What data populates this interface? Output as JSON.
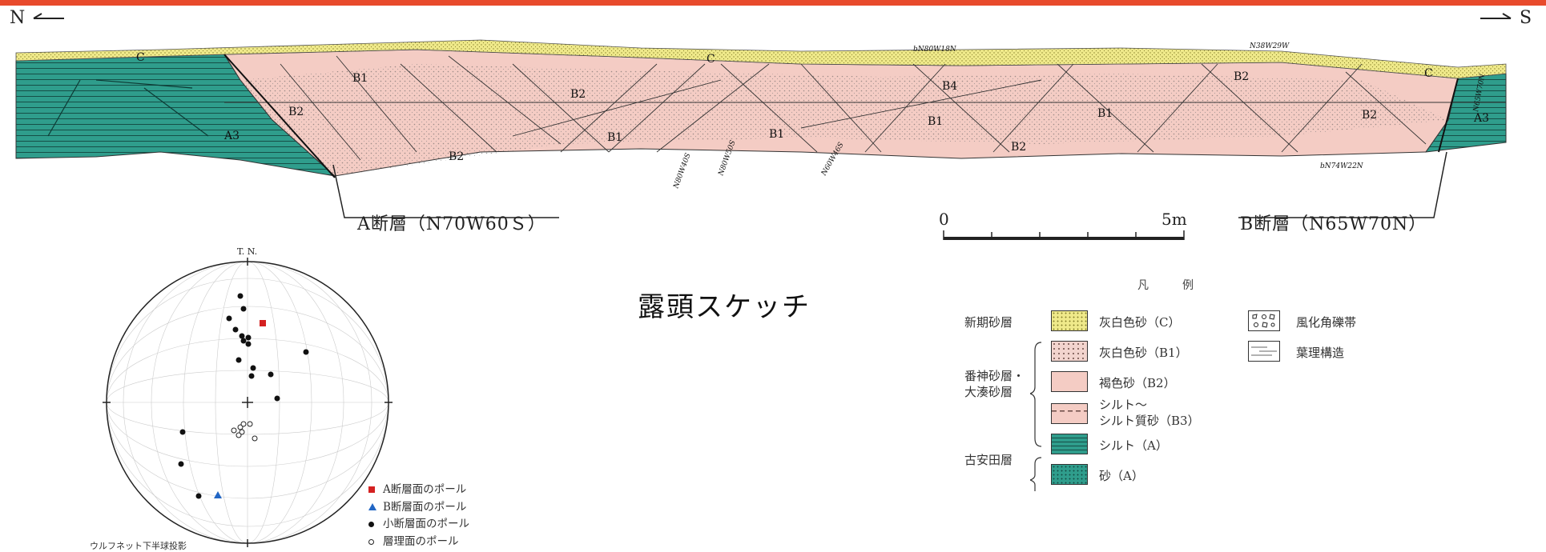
{
  "colors": {
    "accent_bar": "#e84a2c",
    "sand_C": "#efe98a",
    "sand_B1": "#f2d4ce",
    "brown_B2": "#f4ccc4",
    "silt_A": "#2f9d8c",
    "A_pole": "#d42121",
    "B_pole": "#2266c4"
  },
  "directions": {
    "north": "N",
    "south": "S"
  },
  "section": {
    "unit_labels": [
      "C",
      "C",
      "C",
      "B1",
      "B2",
      "B2",
      "B1",
      "B1",
      "B1",
      "B4",
      "B2",
      "B2",
      "B2",
      "B2",
      "A3",
      "A3",
      "B1"
    ],
    "annotations": [
      "bN80W18N",
      "N38W29W",
      "bN74W22N",
      "N80W40S",
      "N80W50S",
      "N60W46S",
      "N65W70N"
    ]
  },
  "faults": {
    "A": "A断層（N70W60Ｓ）",
    "B": "B断層（N65W70N）"
  },
  "scale": {
    "zero": "0",
    "end": "5m"
  },
  "title": "露頭スケッチ",
  "stereonet": {
    "north_label": "T. N.",
    "projection_label": "ウルフネット下半球投影",
    "legend": [
      {
        "symbol": "red-square",
        "label": "A断層面のポール"
      },
      {
        "symbol": "blue-triangle",
        "label": "B断層面のポール"
      },
      {
        "symbol": "black-dot",
        "label": "小断層面のポール"
      },
      {
        "symbol": "open-circle",
        "label": "層理面のポール"
      }
    ]
  },
  "legend": {
    "heading": "凡　例",
    "groups": [
      {
        "name": "新期砂層",
        "items": [
          {
            "label": "灰白色砂（C）",
            "pattern": "sand-yellow"
          }
        ]
      },
      {
        "name": "番神砂層・\n大湊砂層",
        "items": [
          {
            "label": "灰白色砂（B1）",
            "pattern": "dotted-pink"
          },
          {
            "label": "褐色砂（B2）",
            "pattern": "plain-pink"
          },
          {
            "label": "シルト〜\nシルト質砂（B3）",
            "pattern": "dashed-pink"
          }
        ]
      },
      {
        "name": "古安田層",
        "items": [
          {
            "label": "シルト（A）",
            "pattern": "lined-green"
          },
          {
            "label": "砂（A）",
            "pattern": "dotted-green"
          }
        ]
      }
    ],
    "extra": [
      {
        "label": "風化角礫帯",
        "pattern": "breccia"
      },
      {
        "label": "葉理構造",
        "pattern": "lamination"
      }
    ]
  }
}
